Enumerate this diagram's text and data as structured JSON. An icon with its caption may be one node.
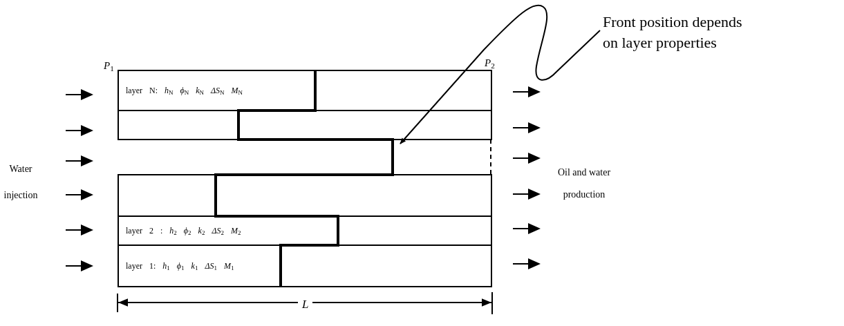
{
  "diagram": {
    "nodes": [
      {
        "text": [
          "Front position depends on layer properties"
        ]
      },
      {
        "text": [
          "layer N: *h*$_{N}$ *ϕ*$_{N}$ *k*$_{N}$ *ΔS*$_{N}$ *M*$_{N}$"
        ]
      },
      {
        "text": [],
        "shape": "box"
      },
      {
        "text": [],
        "shape": "box"
      },
      {
        "text": [
          "layer 2 : *h*$_{2}$ *ϕ*$_{2}$ *k*$_{2}$ *ΔS*$_{2}$ *M*$_{2}$"
        ]
      },
      {
        "text": [
          "layer 1: *h*$_{1}$ *ϕ*$_{1}$ *k*$_{1}$ *ΔS*$_{1}$ *M*$_{1}$"
        ]
      },
      {
        "text": [],
        "shape": "line"
      }
    ],
    "edges": [
      {
        "from": 0,
        "to": 6,
        "arrow": "to"
      }
    ],
    "labels": [
      "*P*$_{1}$",
      "*P*$_{2}$",
      "Water injection",
      "Oil and water production",
      "*L*"
    ]
  }
}
